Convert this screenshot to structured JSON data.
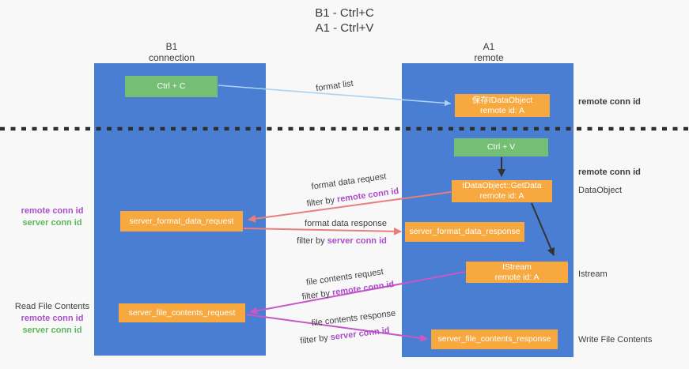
{
  "title": {
    "line1": "B1 - Ctrl+C",
    "line2": "A1 - Ctrl+V"
  },
  "lanes": {
    "b1": {
      "name": "B1",
      "subtitle": "connection"
    },
    "a1": {
      "name": "A1",
      "subtitle": "remote"
    }
  },
  "boxes": {
    "ctrl_c": {
      "label": "Ctrl + C"
    },
    "save_idataobject": {
      "line1": "保存IDataObject",
      "line2": "remote id: A"
    },
    "ctrl_v": {
      "label": "Ctrl + V"
    },
    "getdata": {
      "line1": "IDataObject::GetData",
      "line2": "remote id: A"
    },
    "format_request": {
      "label": "server_format_data_request"
    },
    "format_response": {
      "label": "server_format_data_response"
    },
    "istream": {
      "line1": "IStream",
      "line2": "remote id: A"
    },
    "file_request": {
      "label": "server_file_contents_request"
    },
    "file_response": {
      "label": "server_file_contents_response"
    }
  },
  "flow_labels": {
    "format_list": "format list",
    "format_data_request": "format data request",
    "format_data_response": "format data response",
    "file_contents_request": "file contents request",
    "file_contents_response": "file contents response",
    "filter_by": "filter by",
    "remote_conn_id": "remote conn id",
    "server_conn_id": "server conn id"
  },
  "side_labels": {
    "remote_conn_id": "remote conn id",
    "server_conn_id": "server conn id",
    "data_object": "DataObject",
    "istream": "Istream",
    "read_file_contents": "Read File Contents",
    "write_file_contents": "Write File Contents"
  },
  "colors": {
    "lane_blue": "#4A7ED2",
    "box_orange": "#F7A940",
    "box_green": "#74BF74",
    "arrow_salmon": "#E87E7E",
    "arrow_magenta": "#C857C8",
    "arrow_lightblue": "#A9D3F2",
    "arrow_black": "#333333",
    "divider_black": "#2E2E2E",
    "text_purple": "#A94FC8",
    "text_green": "#5CB85C"
  }
}
